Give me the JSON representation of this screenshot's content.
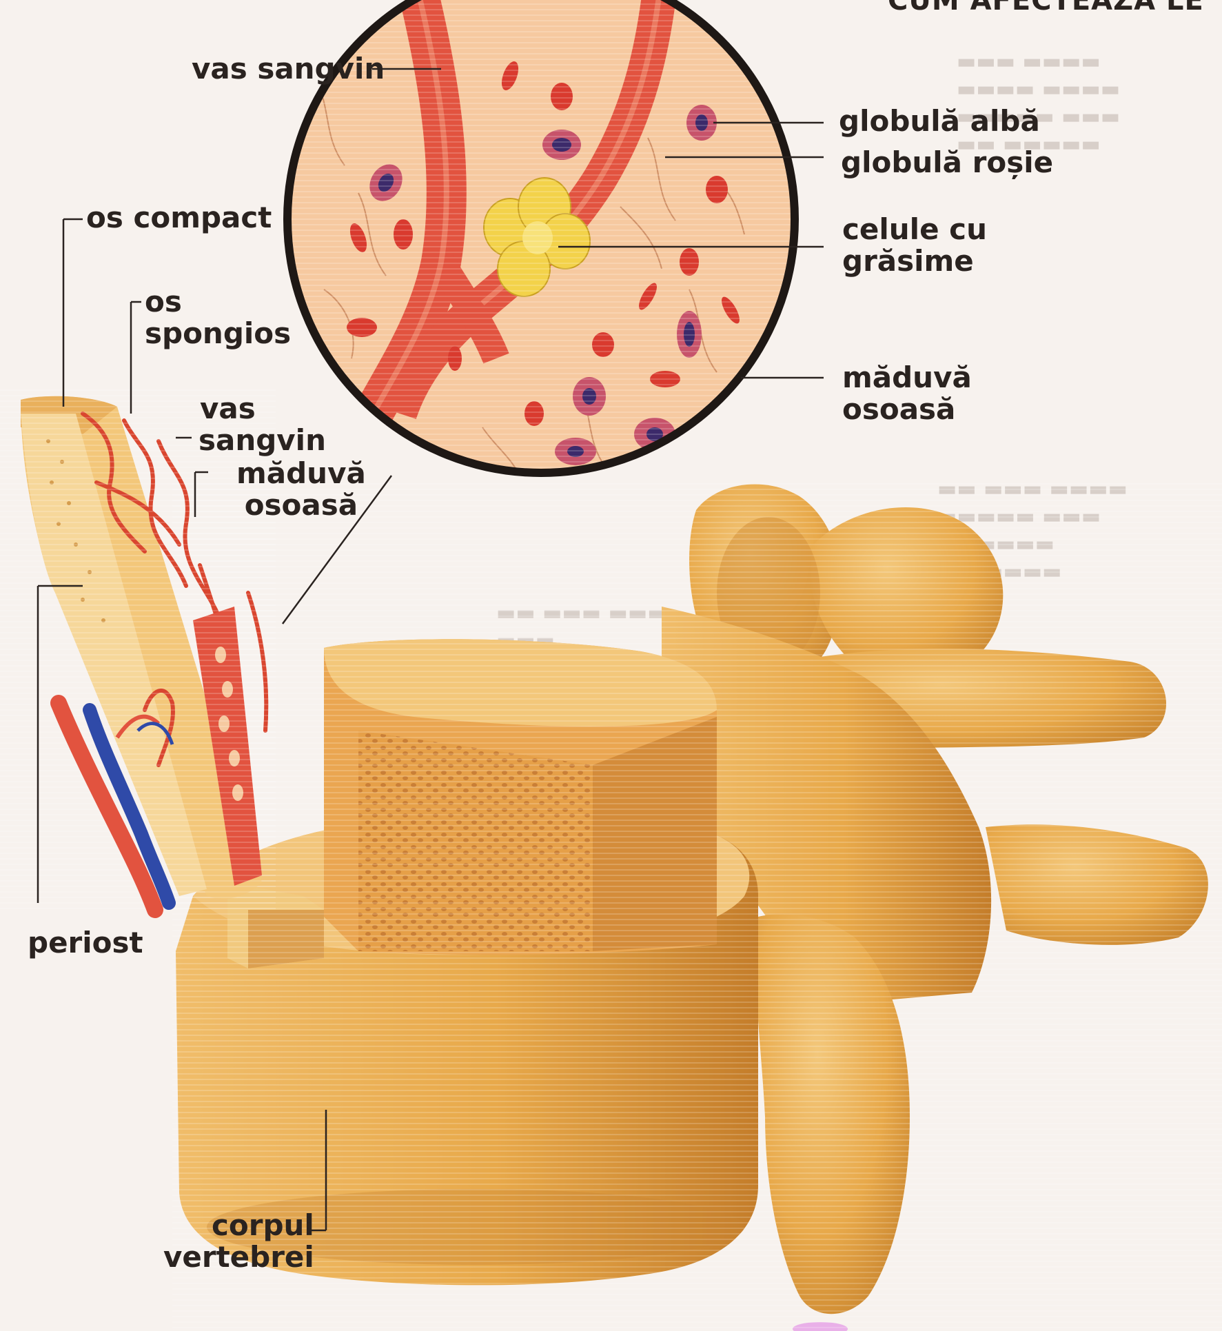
{
  "header_text": "CUM AFECTEAZĂ LE",
  "labels": {
    "vas_sangvin_top": "vas sangvin",
    "globula_alba": "globulă albă",
    "globula_rosie": "globulă roșie",
    "celule_line1": "celule cu",
    "celule_line2": "grăsime",
    "maduva_right_line1": "măduvă",
    "maduva_right_line2": "osoasă",
    "os_compact": "os compact",
    "os_spongios_line1": "os",
    "os_spongios_line2": "spongios",
    "vas_sangvin_left_line1": "vas",
    "vas_sangvin_left_line2": "sangvin",
    "maduva_left_line1": "măduvă",
    "maduva_left_line2": "osoasă",
    "periost": "periost",
    "corpul_line1": "corpul",
    "corpul_line2": "vertebrei"
  },
  "colors": {
    "bone": "#e8a94a",
    "bone_dark": "#c9852e",
    "bone_light": "#f3c77a",
    "vessel_red": "#e2533f",
    "vein_blue": "#2f4aa8",
    "magnifier_bg": "#f6c9a0",
    "fat_yellow": "#f3d24a",
    "label_text": "#2a2320"
  }
}
